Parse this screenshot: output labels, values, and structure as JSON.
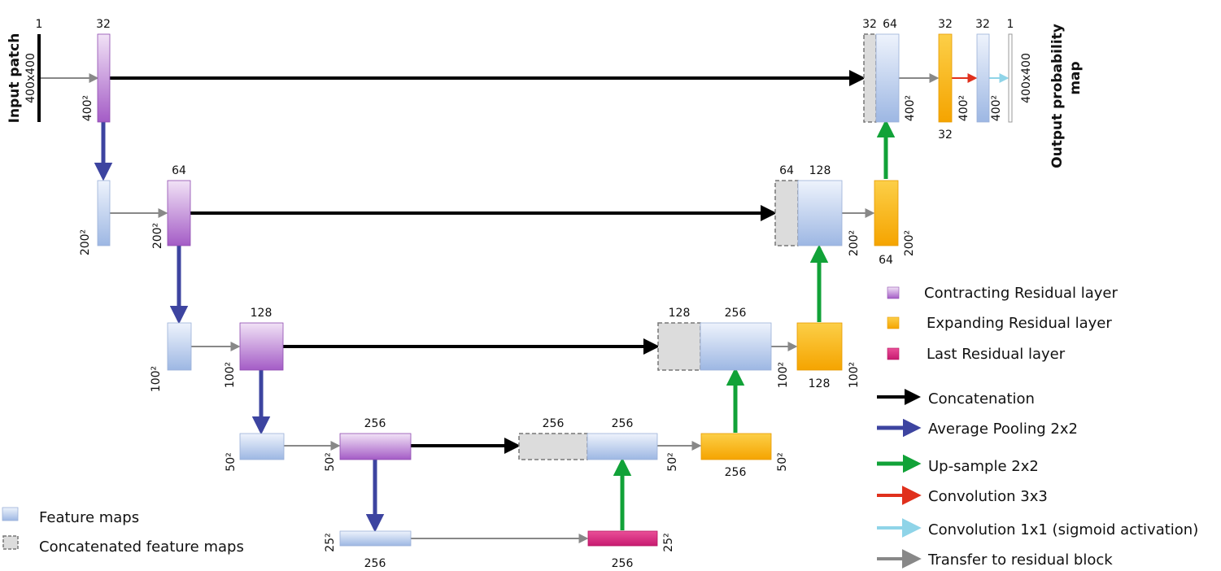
{
  "input": {
    "title": "Input patch",
    "size": "400x400",
    "channels": "1"
  },
  "output": {
    "title_line1": "Output probability",
    "title_line2": "map",
    "size": "400x400",
    "channels": "1"
  },
  "labels": {
    "c1_ch": "32",
    "c1_sz": "400²",
    "d2_sz": "200²",
    "c2_ch": "64",
    "c2_sz": "200²",
    "d3_sz": "100²",
    "c3_ch": "128",
    "c3_sz": "100²",
    "d4_sz": "50²",
    "c4_ch": "256",
    "c4_sz": "50²",
    "b_sz": "25²",
    "b_ch": "256",
    "last_ch": "256",
    "last_sz": "25²",
    "cat4_ch": "256",
    "f4_ch": "256",
    "f4_sz": "50²",
    "e4_ch": "256",
    "e4_sz": "50²",
    "cat3_ch": "128",
    "f3_ch": "256",
    "f3_sz": "100²",
    "e3_ch": "128",
    "e3_sz": "100²",
    "cat2_ch": "64",
    "f2_ch": "128",
    "f2_sz": "200²",
    "e2_ch": "64",
    "e2_sz": "200²",
    "cat1_ch": "32",
    "f1_ch": "64",
    "f1_sz": "400²",
    "e1_ch": "32",
    "e1_sz": "400²",
    "f0_ch": "32",
    "f0_sz": "400²"
  },
  "legend_blocks": [
    {
      "label": "Contracting Residual layer",
      "color": "#b06ad0"
    },
    {
      "label": "Expanding Residual layer",
      "color": "#f5a800"
    },
    {
      "label": "Last Residual layer",
      "color": "#d0237a"
    }
  ],
  "legend_arrows": [
    {
      "label": "Concatenation",
      "color": "#000000"
    },
    {
      "label": "Average Pooling 2x2",
      "color": "#3d44a0"
    },
    {
      "label": "Up-sample 2x2",
      "color": "#11a238"
    },
    {
      "label": "Convolution 3x3",
      "color": "#e0301c"
    },
    {
      "label": "Convolution 1x1 (sigmoid activation)",
      "color": "#8fd4e8"
    },
    {
      "label": "Transfer to residual block",
      "color": "#888888"
    }
  ],
  "legend_maps": [
    {
      "label": "Feature maps"
    },
    {
      "label": "Concatenated feature maps"
    }
  ]
}
